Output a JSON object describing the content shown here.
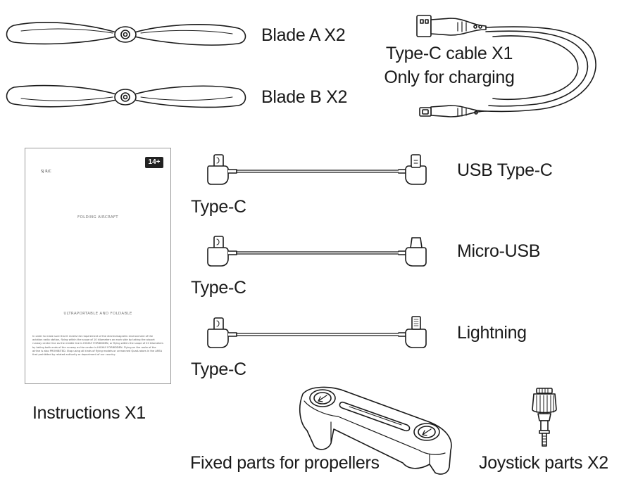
{
  "items": {
    "blade_a": "Blade A X2",
    "blade_b": "Blade B X2",
    "charging_cable_line1": "Type-C cable X1",
    "charging_cable_line2": "Only for charging",
    "cable1_left": "Type-C",
    "cable1_right": "USB Type-C",
    "cable2_left": "Type-C",
    "cable2_right": "Micro-USB",
    "cable3_left": "Type-C",
    "cable3_right": "Lightning",
    "instructions": "Instructions X1",
    "fixed_parts": "Fixed parts for propellers",
    "joystick_parts": "Joystick parts X2"
  },
  "manual": {
    "brand": "SJ R/C",
    "age_badge": "14+",
    "subtitle_top": "FOLDING AIRCRAFT",
    "subtitle_bottom": "ULTRAPORTABLE AND FOLDABLE",
    "paragraph": "In order to make sure that it meets the requirement of the electromagnetic environment of the aviation radio station, flying within the scope of 10 kilometers on each side by taking the airport runway center line as the middle line is HIGHLY FORBIDDEN, or flying within the scope of 20 kilometers by taking both ends of the runway as the center is HIGHLY FORBIDDEN. Flying on the route of the airline is also PROHIBITED. Stop using all kinds of flying models or unmanned Quad-rotors in the AREA that prohibited by related authority or department of our country."
  }
}
